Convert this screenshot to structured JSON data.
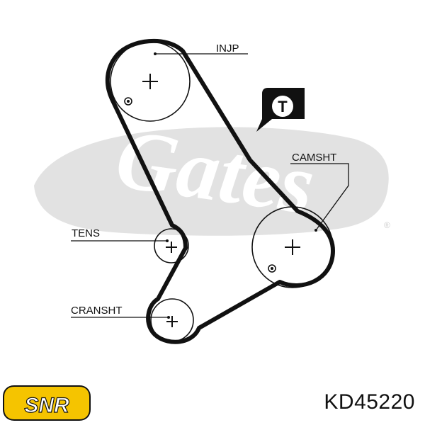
{
  "diagram": {
    "labels": {
      "injection_pump": "INJP",
      "camshaft": "CAMSHT",
      "tensioner": "TENS",
      "crankshaft": "CRANSHT"
    },
    "tensioner_badge": "T",
    "watermark_brand": "Gates",
    "watermark_mark": "®"
  },
  "brand": {
    "logo_text": "SNR",
    "logo_color": "#f5c400",
    "logo_text_color": "#ffffff"
  },
  "part_number": "KD45220",
  "colors": {
    "belt": "#111111",
    "watermark": "#dcdcdc",
    "badge": "#111111"
  }
}
